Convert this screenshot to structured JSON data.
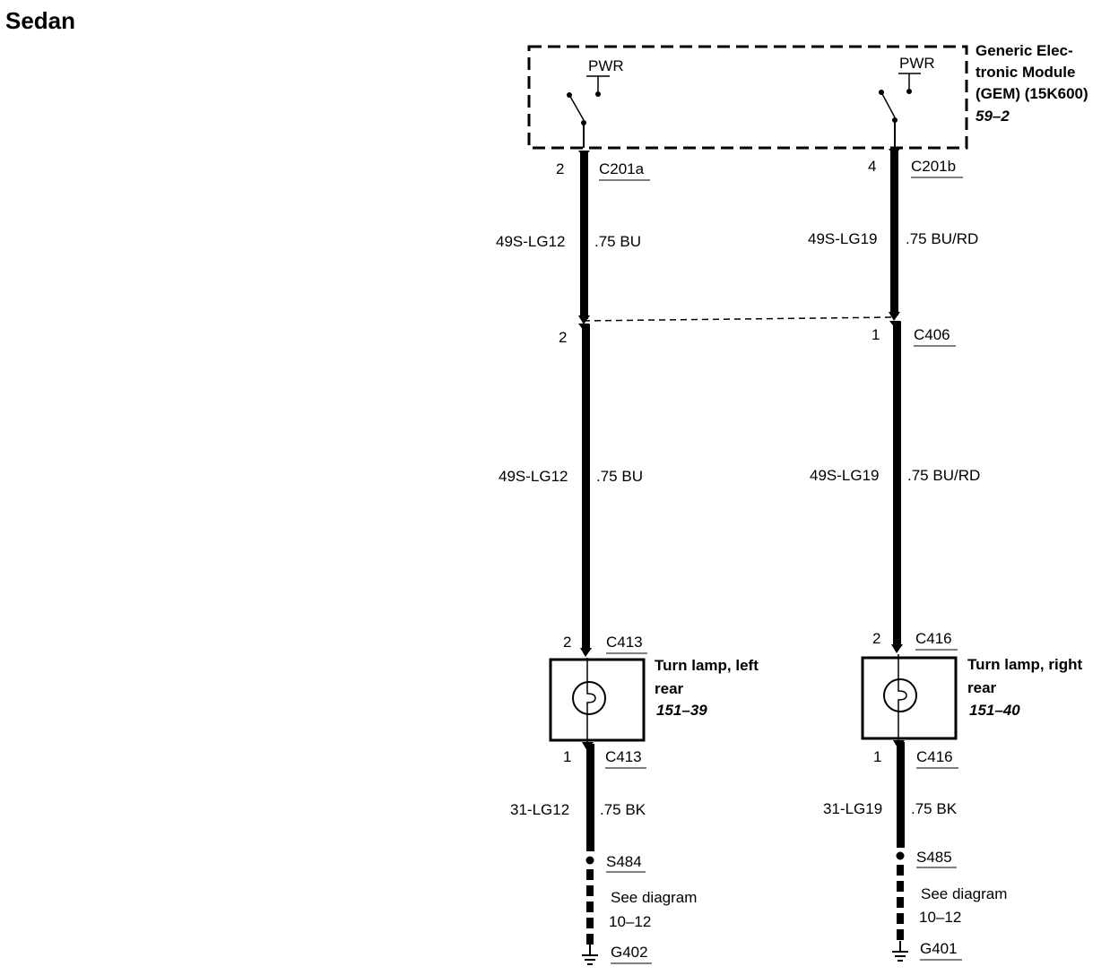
{
  "title": "Sedan",
  "module": {
    "name_lines": [
      "Generic Elec-",
      "tronic Module",
      "(GEM) (15K600)"
    ],
    "ref": "59–2",
    "pwr_left": "PWR",
    "pwr_right": "PWR"
  },
  "left": {
    "pin_top": "2",
    "conn_top": "C201a",
    "wire1_circuit": "49S-LG12",
    "wire1_spec": ".75 BU",
    "pin_c406": "2",
    "wire2_circuit": "49S-LG12",
    "wire2_spec": ".75 BU",
    "lamp_pin_in": "2",
    "lamp_conn_in": "C413",
    "lamp_name_lines": [
      "Turn lamp, left",
      "rear"
    ],
    "lamp_ref": "151–39",
    "lamp_pin_out": "1",
    "lamp_conn_out": "C413",
    "ground_circuit": "31-LG12",
    "ground_spec": ".75 BK",
    "splice": "S484",
    "see_lines": [
      "See diagram",
      "10–12"
    ],
    "ground": "G402"
  },
  "right": {
    "pin_top": "4",
    "conn_top": "C201b",
    "wire1_circuit": "49S-LG19",
    "wire1_spec": ".75 BU/RD",
    "pin_c406": "1",
    "conn_c406": "C406",
    "wire2_circuit": "49S-LG19",
    "wire2_spec": ".75 BU/RD",
    "lamp_pin_in": "2",
    "lamp_conn_in": "C416",
    "lamp_name_lines": [
      "Turn lamp, right",
      "rear"
    ],
    "lamp_ref": "151–40",
    "lamp_pin_out": "1",
    "lamp_conn_out": "C416",
    "ground_circuit": "31-LG19",
    "ground_spec": ".75 BK",
    "splice": "S485",
    "see_lines": [
      "See diagram",
      "10–12"
    ],
    "ground": "G401"
  }
}
